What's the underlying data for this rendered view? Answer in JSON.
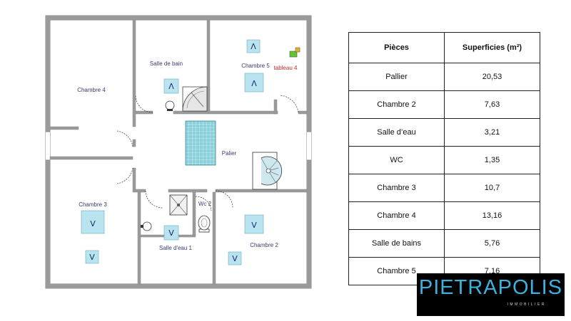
{
  "floorplan": {
    "rooms": {
      "chambre4": "Chambre 4",
      "salle_de_bain": "Salle de bain",
      "chambre5": "Chambre 5",
      "tableau": "tableau 4",
      "palier": "Palier",
      "chambre3": "Chambre 3",
      "wc2": "Wc 2",
      "salle_eau1": "Salle d'eau 1",
      "chambre2": "Chambre 2"
    },
    "vent_up_glyph": "Λ",
    "vent_down_glyph": "V"
  },
  "surface_table": {
    "headers": [
      "Pièces",
      "Superficies (m²)"
    ],
    "rows": [
      {
        "room": "Pallier",
        "area": "20,53"
      },
      {
        "room": "Chambre 2",
        "area": "7,63"
      },
      {
        "room": "Salle d’eau",
        "area": "3,21"
      },
      {
        "room": "WC",
        "area": "1,35"
      },
      {
        "room": "Chambre 3",
        "area": "10,7"
      },
      {
        "room": "Chambre 4",
        "area": "13,16"
      },
      {
        "room": "Salle de bains",
        "area": "5,76"
      },
      {
        "room": "Chambre 5",
        "area": "7,16"
      }
    ]
  },
  "logo": {
    "name": "PIETRAPOLIS",
    "subtitle": "IMMOBILIER"
  },
  "colors": {
    "wall": "#7a7a7a",
    "vent_fill": "#b9e3ef",
    "shower_tile": "#82cbd6",
    "logo_text": "#3bb1de",
    "room_text": "#3a3a70"
  }
}
